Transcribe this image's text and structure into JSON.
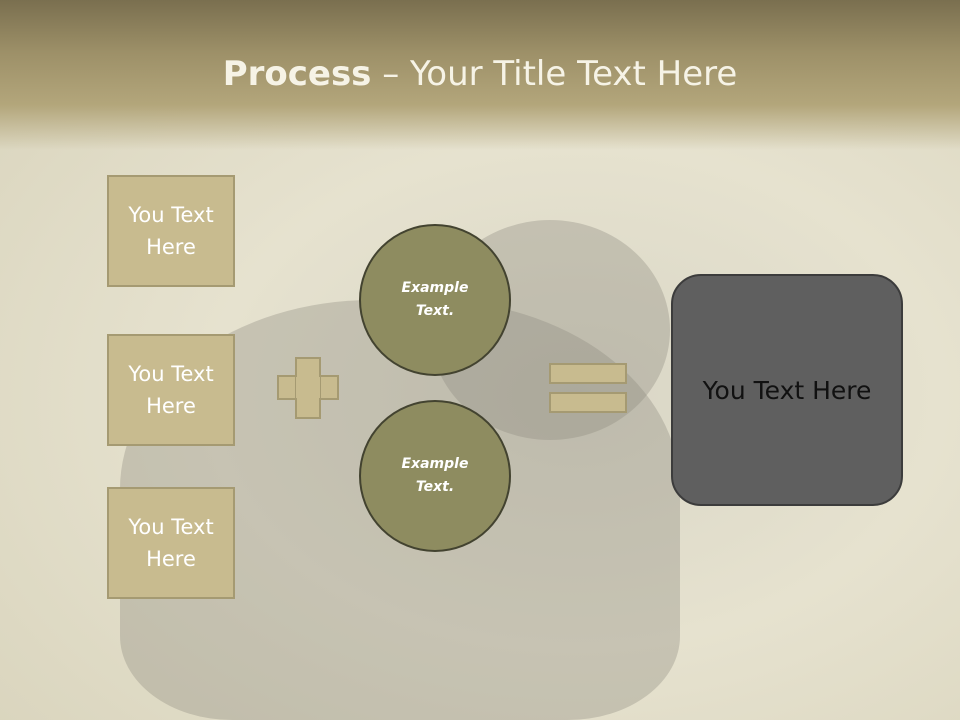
{
  "title": {
    "bold": "Process",
    "rest": " – Your Title Text Here"
  },
  "left_boxes": [
    {
      "label": "You Text Here"
    },
    {
      "label": "You Text Here"
    },
    {
      "label": "You Text Here"
    }
  ],
  "circles": [
    {
      "label": "Example Text."
    },
    {
      "label": "Example Text."
    }
  ],
  "result": {
    "label": "You Text Here"
  },
  "colors": {
    "header": "#9d9068",
    "box_fill": "#c8bb8f",
    "circle_fill": "#8e8c60",
    "result_fill": "#5f5f5f"
  }
}
